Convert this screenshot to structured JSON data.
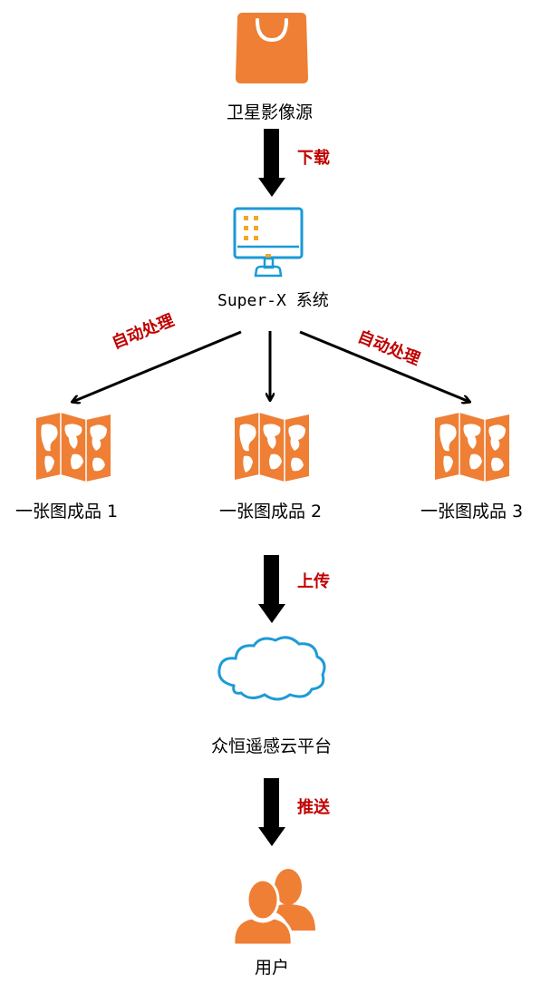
{
  "nodes": {
    "source": {
      "label": "卫星影像源",
      "icon": "shopping-bag-icon"
    },
    "system": {
      "label": "Super-X 系统",
      "icon": "monitor-icon"
    },
    "product1": {
      "label": "一张图成品 1",
      "icon": "map-icon"
    },
    "product2": {
      "label": "一张图成品 2",
      "icon": "map-icon"
    },
    "product3": {
      "label": "一张图成品 3",
      "icon": "map-icon"
    },
    "cloud": {
      "label": "众恒遥感云平台",
      "icon": "cloud-icon"
    },
    "users": {
      "label": "用户",
      "icon": "users-icon"
    }
  },
  "edges": {
    "download": "下载",
    "auto_left": "自动处理",
    "auto_right": "自动处理",
    "upload": "上传",
    "push": "推送"
  },
  "colors": {
    "orange": "#ee7f34",
    "monitor_blue": "#1a9ad6",
    "monitor_orange": "#f5a623",
    "cloud_blue": "#1e9bd7",
    "edge_label_red": "#c00000",
    "arrow": "#000000"
  }
}
